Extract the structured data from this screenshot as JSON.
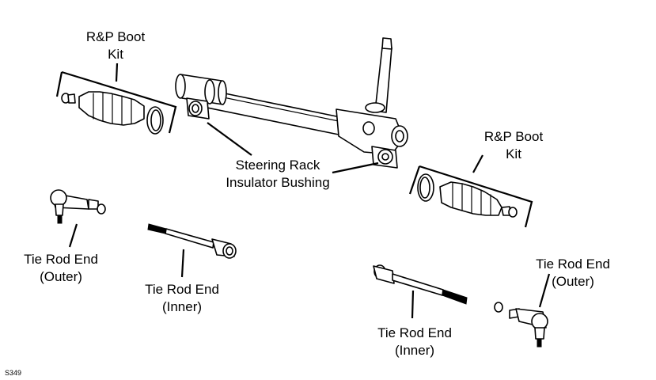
{
  "labels": {
    "boot_kit_left": [
      "R&P Boot",
      "Kit"
    ],
    "boot_kit_right": [
      "R&P Boot",
      "Kit"
    ],
    "bushing": [
      "Steering Rack",
      "Insulator Bushing"
    ],
    "outer_left": [
      "Tie Rod End",
      "(Outer)"
    ],
    "inner_left": [
      "Tie Rod End",
      "(Inner)"
    ],
    "inner_right": [
      "Tie Rod End",
      "(Inner)"
    ],
    "outer_right": [
      "Tie Rod End",
      "(Outer)"
    ]
  },
  "figure_code": "S349"
}
